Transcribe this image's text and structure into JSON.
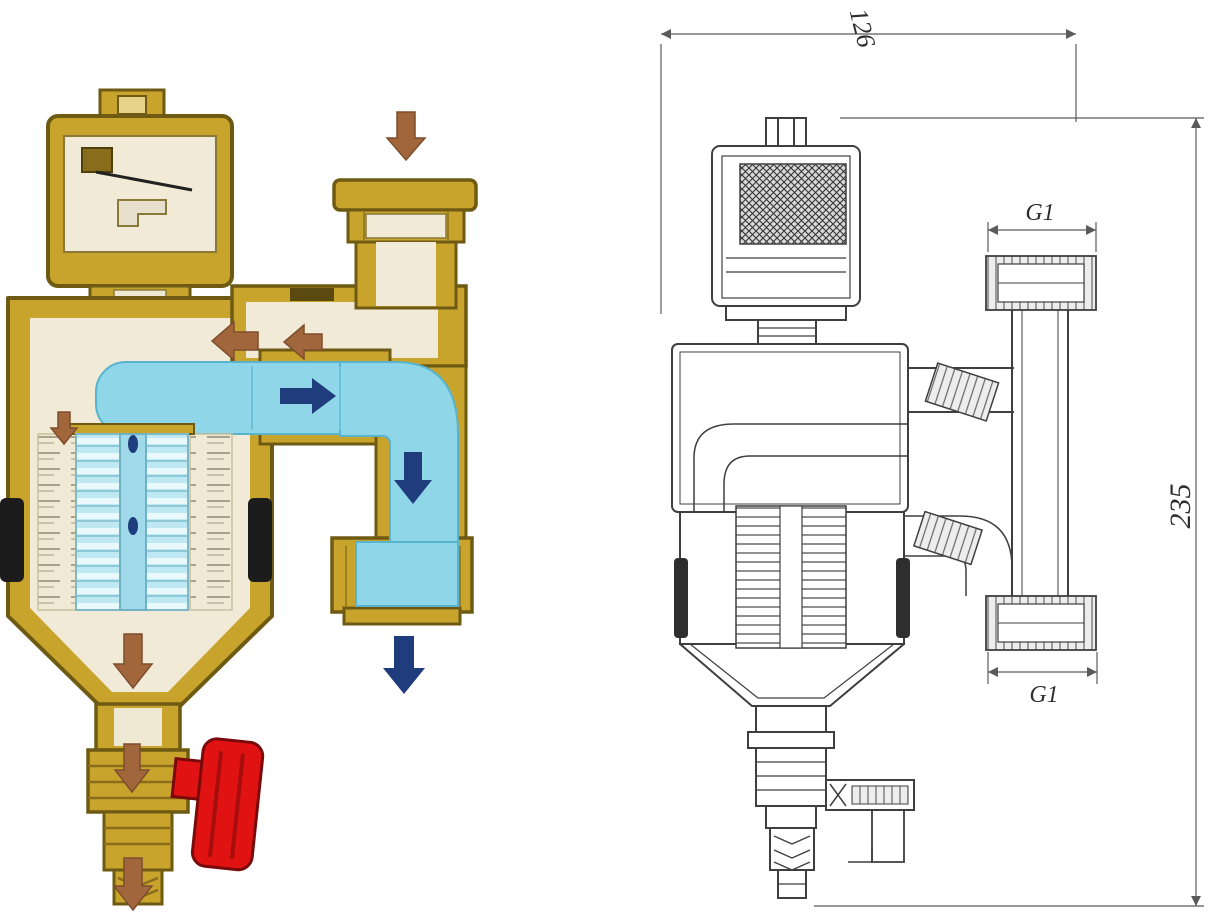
{
  "figure": {
    "description": "Magnetic dirt separator valve: colored cutaway illustration (left) and dimensioned engineering section drawing (right)",
    "left": {
      "type": "colored-cutaway",
      "colors": {
        "brass": "#c9a42d",
        "brass_dark": "#6e5a12",
        "cream": "#f1ead6",
        "water_blue": "#8fd6e9",
        "mesh_blue": "#bfe9f2",
        "arrow_brown": "#a2663c",
        "arrow_navy": "#1f3d7c",
        "handle_red": "#e11212",
        "seal_black": "#1c1c1c"
      },
      "arrows": {
        "inlet-arrow": "down-arrow brown",
        "channel-arrows": "left-arrows brown",
        "settle-arrows": "down-arrows brown",
        "outlet-arrows": "right/down arrows navy"
      }
    },
    "right": {
      "type": "dimensioned-line-drawing",
      "line_color": "#3f3f3f",
      "dimensions": {
        "overall_width": "126",
        "overall_height": "235",
        "top_connection": "G1",
        "bottom_connection": "G1"
      }
    }
  }
}
